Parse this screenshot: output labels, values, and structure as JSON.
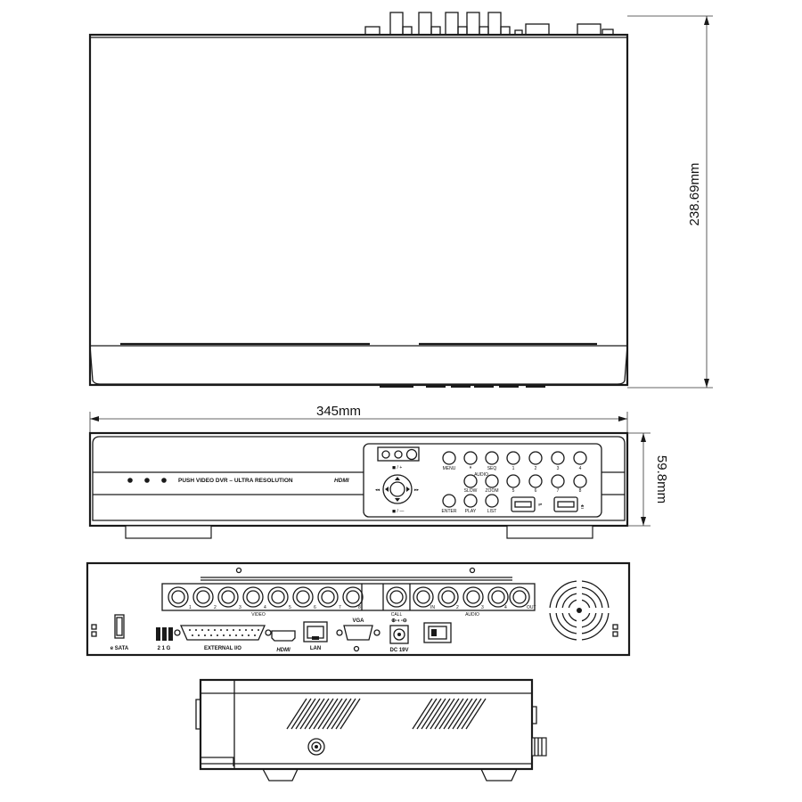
{
  "dimensions": {
    "width": "345mm",
    "depth": "238.69mm",
    "height": "59.8mm"
  },
  "front_panel": {
    "brand_text": "PUSH VIDEO DVR – ULTRA RESOLUTION",
    "hdmi_logo": "HDMI",
    "nav_top_label": "◼ / +",
    "nav_bottom_label": "◼ / —",
    "buttons_row1": [
      "MENU",
      "",
      "SEQ"
    ],
    "buttons_row2": [
      "SLOW",
      "ZOOM"
    ],
    "buttons_row3": [
      "ENTER",
      "PLAY",
      "LIST"
    ],
    "audio_label": "AUDIO",
    "channels_row1": [
      "1",
      "2",
      "3",
      "4"
    ],
    "channels_row2": [
      "5",
      "6",
      "7",
      "8"
    ],
    "usb_icon": "usb-icon",
    "mouse_icon": "mouse-icon"
  },
  "rear_panel": {
    "video_label": "VIDEO",
    "video_numbers": [
      "1",
      "2",
      "3",
      "4",
      "5",
      "6",
      "7",
      "8"
    ],
    "call_label": "CALL",
    "audio_label": "AUDIO",
    "audio_numbers": [
      "1",
      "2",
      "3",
      "4"
    ],
    "audio_in_label": "IN",
    "audio_out_label": "OUT",
    "esata_label": "e SATA",
    "dip_label": "2 1 G",
    "external_io_label": "EXTERNAL I/O",
    "hdmi_label": "HDMI",
    "lan_label": "LAN",
    "vga_label": "VGA",
    "dc_label": "DC 19V"
  }
}
